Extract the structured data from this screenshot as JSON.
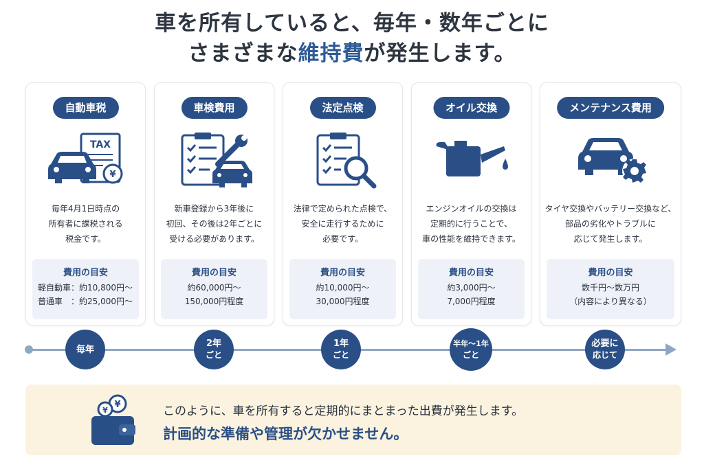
{
  "headline": {
    "line1": "車を所有していると、毎年・数年ごとに",
    "line2_pre": "さまざまな",
    "line2_accent": "維持費",
    "line2_post": "が発生します。"
  },
  "colors": {
    "navy": "#2a4f87",
    "text": "#2b3340",
    "cost_bg": "#eef2f8",
    "note_bg": "#fbf3df",
    "timeline": "#8fa6c4"
  },
  "cards": [
    {
      "label": "自動車税",
      "icon": "tax-document-car-icon",
      "desc": [
        "毎年4月1日時点の",
        "所有者に課税される",
        "税金です。"
      ],
      "cost_title": "費用の目安",
      "cost_lines": [
        "軽自動車：約10,800円〜",
        "普通車　：約25,000円〜"
      ]
    },
    {
      "label": "車検費用",
      "icon": "checklist-wrench-car-icon",
      "desc": [
        "新車登録から3年後に",
        "初回、その後は2年ごとに",
        "受ける必要があります。"
      ],
      "cost_title": "費用の目安",
      "cost_lines": [
        "約60,000円〜",
        "150,000円程度"
      ]
    },
    {
      "label": "法定点検",
      "icon": "checklist-magnifier-icon",
      "desc": [
        "法律で定められた点検で、",
        "安全に走行するために",
        "必要です。"
      ],
      "cost_title": "費用の目安",
      "cost_lines": [
        "約10,000円〜",
        "30,000円程度"
      ]
    },
    {
      "label": "オイル交換",
      "icon": "oil-can-icon",
      "desc": [
        "エンジンオイルの交換は",
        "定期的に行うことで、",
        "車の性能を維持できます。"
      ],
      "cost_title": "費用の目安",
      "cost_lines": [
        "約3,000円〜",
        "7,000円程度"
      ]
    },
    {
      "label": "メンテナンス費用",
      "icon": "car-gear-icon",
      "desc": [
        "タイヤ交換やバッテリー交換など、",
        "部品の劣化やトラブルに",
        "応じて発生します。"
      ],
      "cost_title": "費用の目安",
      "cost_lines": [
        "数千円〜数万円",
        "（内容により異なる）"
      ]
    }
  ],
  "timeline": [
    {
      "line1": "毎年",
      "line2": ""
    },
    {
      "line1": "2年",
      "line2": "ごと"
    },
    {
      "line1": "1年",
      "line2": "ごと"
    },
    {
      "line1": "半年〜1年",
      "line2": "ごと"
    },
    {
      "line1": "必要に",
      "line2": "応じて"
    }
  ],
  "note": {
    "icon": "wallet-coins-icon",
    "line1": "このように、車を所有すると定期的にまとまった出費が発生します。",
    "line2": "計画的な準備や管理が欠かせません。"
  }
}
